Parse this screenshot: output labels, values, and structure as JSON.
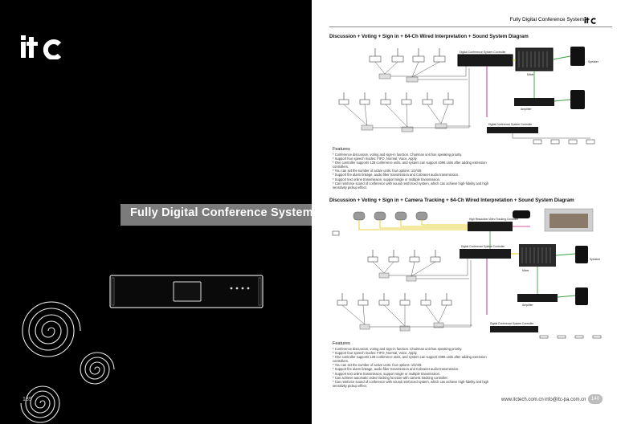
{
  "left_page": {
    "logo_text": "itc",
    "banner_title": "Fully Digital Conference System",
    "page_number": "139"
  },
  "right_page": {
    "header_title": "Fully Digital Conference System",
    "header_logo": "itc",
    "section1": {
      "title": "Discussion + Voting + Sign in + 64-Ch Wired Interpretation + Sound System Diagram",
      "controller_label": "Digital Conference System Controller",
      "extension_label": "Digital Conference System Controller",
      "mixer_label": "Mixer",
      "amplifier_label": "Amplifier",
      "speaker_label": "Speaker",
      "features_heading": "Features",
      "features": [
        "* Conference discussion, voting and sign-in function. Chairman unit has speaking priority.",
        "* Support four speech modes: FIFO, Normal, Voice, Apply.",
        "* One controller supports 128 conference units, and system can support 4096 units after adding extension controllers.",
        "* You can set the number of active units: four options: 1/2/4/8.",
        "* Support fire alarm linkage, audio fiber transmission and Cobranet audio transmission.",
        "* Support text online transmission, support single or multiple transmission.",
        "* Can reinforce sound of conference with sound reinforced system, which can achieve high-fidelity and high sensitivity pickup effect."
      ]
    },
    "section2": {
      "title": "Discussion + Voting + Sign in + Camera Tracking + 64-Ch Wired Interpretation + Sound System Diagram",
      "camera_controller_label": "High Resolution Video Tracking Controller",
      "controller_label": "Digital Conference System Controller",
      "extension_label": "Digital Conference System Controller",
      "mixer_label": "Mixer",
      "amplifier_label": "Amplifier",
      "speaker_label": "Speaker",
      "features_heading": "Features",
      "features": [
        "* Conference discussion, voting and sign-in function. Chairman unit has speaking priority.",
        "* Support four speech modes: FIFO, Normal, Voice, Apply.",
        "* One controller supports 128 conference units, and system can support 4096 units after adding extension controllers.",
        "* You can set the number of active units: four options: 1/2/4/8.",
        "* Support fire alarm linkage, audio fiber transmission and Cobranet audio transmission.",
        "* Support text online transmission, support single or multiple transmission.",
        "* Can achieve automatic video tracking function with camera tracking controller.",
        "* Can reinforce sound of conference with sound reinforced system, which can achieve high-fidelity and high sensitivity pickup effect."
      ]
    },
    "footer": {
      "website": "www.itctech.com.cn",
      "email": "info@itc-pa.com.cn",
      "page_number": "140"
    }
  },
  "colors": {
    "left_background": "#000000",
    "banner_background": "#7b7b7b",
    "right_background": "#ffffff",
    "wire_yellow": "#e3c800",
    "wire_magenta": "#c0208a",
    "wire_green": "#3aa040",
    "page_badge": "#bdbdbd"
  }
}
